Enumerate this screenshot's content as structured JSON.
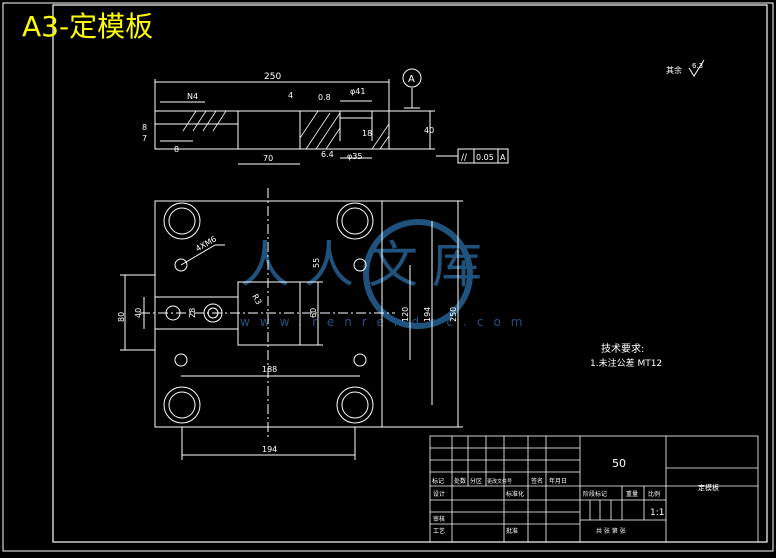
{
  "title": "A3-定模板",
  "watermark": {
    "text": "人人文库",
    "url": "www.renrendoc.com"
  },
  "surface_note": {
    "label": "其余",
    "value": "6.3"
  },
  "datum": "A",
  "tolerance_frame": {
    "symbol": "//",
    "value": "0.05",
    "datum": "A"
  },
  "top_view": {
    "dims": [
      "250",
      "N4",
      "4",
      "0.8",
      "φ41",
      "8",
      "7",
      "8",
      "70",
      "6.4",
      "φ35",
      "18",
      "40"
    ]
  },
  "front_view": {
    "dims": [
      "4XM6",
      "55",
      "R3",
      "80",
      "40",
      "28",
      "60",
      "120",
      "194",
      "250",
      "188",
      "194"
    ]
  },
  "tech_requirements": {
    "heading": "技术要求:",
    "items": [
      "1.未注公差 MT12"
    ]
  },
  "title_block": {
    "quantity": "50",
    "part_name": "定模板",
    "scale": "1:1",
    "headers": [
      "标记",
      "处数",
      "分区",
      "更改文件号",
      "签名",
      "年月日"
    ],
    "rows": [
      "设计",
      "标准化",
      "审核",
      "工艺",
      "批准"
    ],
    "stage_cols": [
      "阶段标记",
      "重量",
      "比例"
    ],
    "sheet": "共 张 第 张"
  },
  "colors": {
    "title": "#ffff00",
    "outline": "#ffffff",
    "dimension": "#ffffff",
    "centerline": "#ffffff",
    "watermark": "#2a6fa8"
  }
}
